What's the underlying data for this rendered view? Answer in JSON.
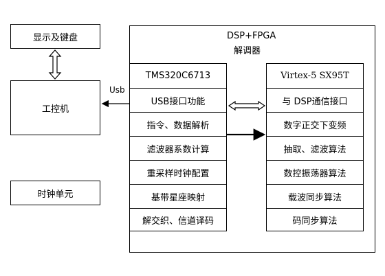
{
  "display_keyboard": "显示及键盘",
  "ipc": "工控机",
  "clock_unit": "时钟单元",
  "usb_label": "Usb",
  "demod": {
    "title_line1": "DSP+FPGA",
    "title_line2": "解调器"
  },
  "dsp": {
    "rows": [
      "TMS320C6713",
      "USB接口功能",
      "指令、数据解析",
      "滤波器系数计算",
      "重采样时钟配置",
      "基带星座映射",
      "解交织、信道译码"
    ]
  },
  "fpga": {
    "rows": [
      "Virtex-5 SX95T",
      "与 DSP通信接口",
      "数字正交下变频",
      "抽取、滤波算法",
      "数控振荡器算法",
      "载波同步算法",
      "码同步算法"
    ]
  }
}
